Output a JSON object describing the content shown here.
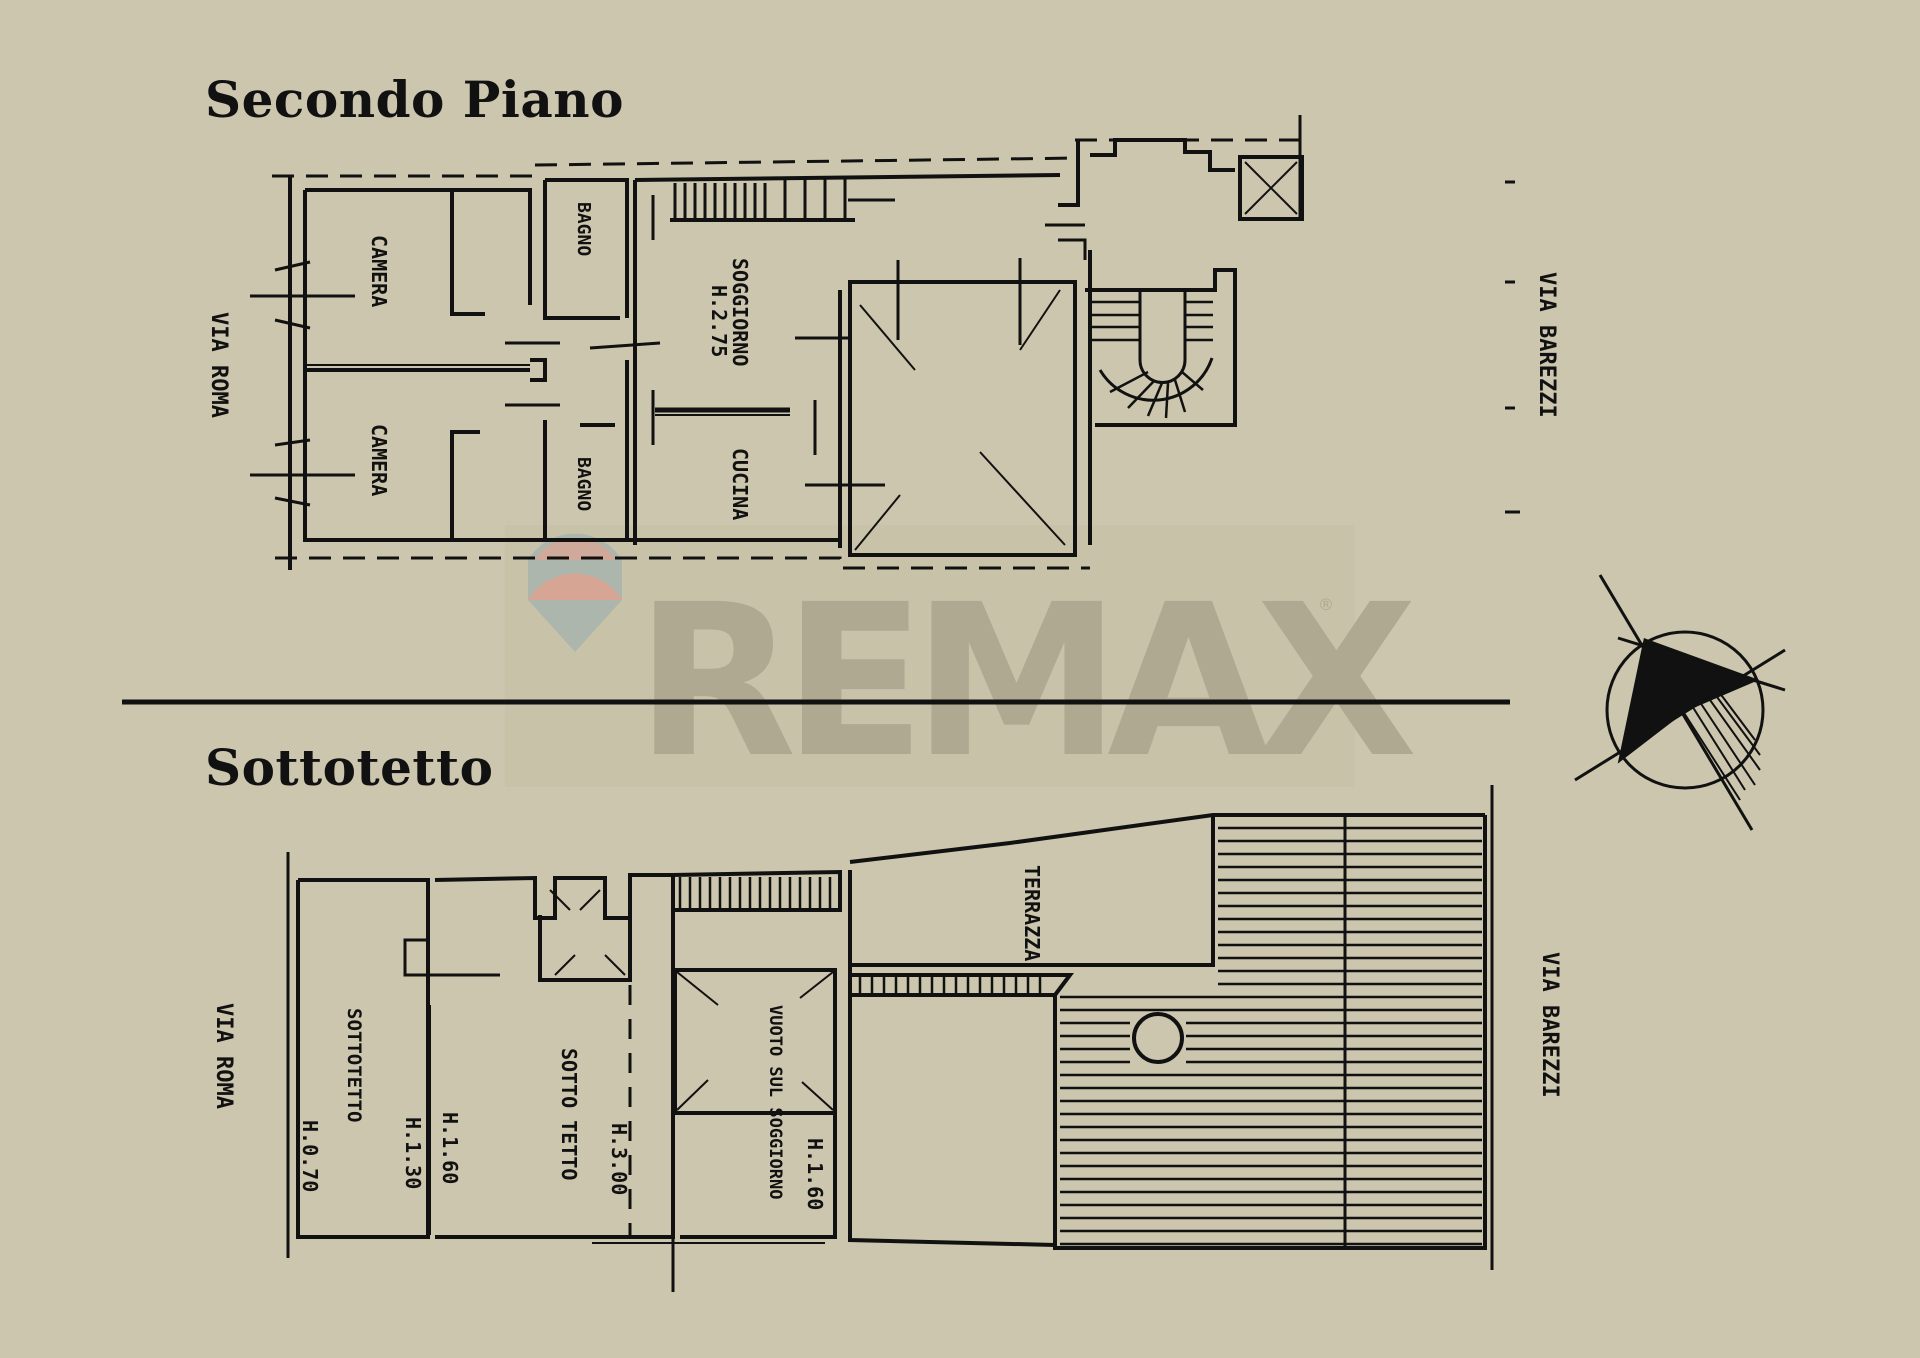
{
  "sections": {
    "upper": {
      "title": "Secondo Piano"
    },
    "lower": {
      "title": "Sottotetto"
    }
  },
  "secondo_piano": {
    "rooms": [
      {
        "label": "CAMERA"
      },
      {
        "label": "CAMERA"
      },
      {
        "label": "BAGNO"
      },
      {
        "label": "BAGNO"
      },
      {
        "label": "SOGGIORNO"
      },
      {
        "label": "CUCINA"
      }
    ],
    "height_note": "H.2.75",
    "streets": {
      "left": "VIA ROMA",
      "right": "VIA BAREZZI"
    }
  },
  "sottotetto": {
    "rooms": [
      {
        "label": "SOTTOTETTO"
      },
      {
        "label": "SOTTO TETTO"
      },
      {
        "label": "VUOTO SUL SOGGIORNO"
      },
      {
        "label": "TERRAZZA"
      }
    ],
    "heights": [
      "H.0.70",
      "H.1.30",
      "H.1.60",
      "H.3.00",
      "H.1.60"
    ],
    "streets": {
      "left": "VIA ROMA",
      "right": "VIA BAREZZI"
    }
  },
  "watermark": {
    "text": "REMAX",
    "mark": "®"
  },
  "compass": {
    "icon": "north-arrow-icon"
  },
  "colors": {
    "background": "#cbc6ad",
    "ink": "#111111",
    "watermark": "#a9a58c",
    "balloon_red": "#d9a090",
    "balloon_blue": "#a8b4ad"
  }
}
